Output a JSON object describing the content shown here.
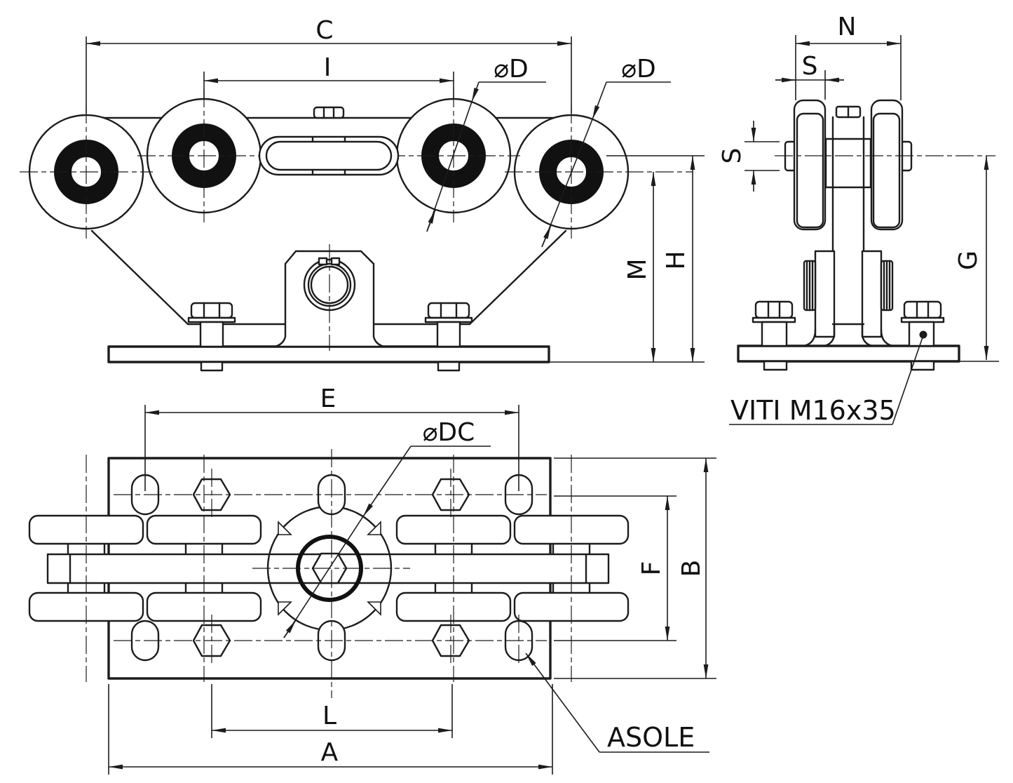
{
  "views": {
    "front": {
      "labels": {
        "c": "C",
        "i": "I",
        "d_left": "⌀D",
        "d_right": "⌀D",
        "m": "M",
        "h": "H"
      }
    },
    "side": {
      "labels": {
        "n": "N",
        "s_width": "S",
        "s_height": "S",
        "g": "G"
      },
      "screw_note": "VITI M16x35"
    },
    "plan": {
      "labels": {
        "e": "E",
        "dc": "⌀DC",
        "f": "F",
        "b": "B",
        "l": "L",
        "a": "A"
      },
      "slot_note": "ASOLE"
    }
  },
  "colors": {
    "line": "#1c1c1c",
    "background": "#ffffff"
  }
}
